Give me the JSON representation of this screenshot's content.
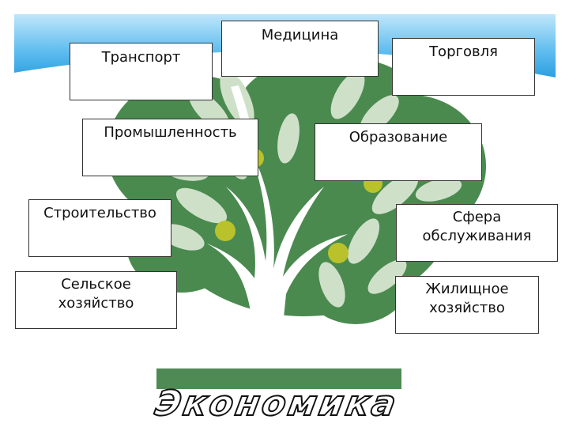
{
  "diagram": {
    "title": "Экономика",
    "nodes": [
      {
        "id": "medicine",
        "label": "Медицина"
      },
      {
        "id": "transport",
        "label": "Транспорт"
      },
      {
        "id": "trade",
        "label": "Торговля"
      },
      {
        "id": "industry",
        "label": "Промышленность"
      },
      {
        "id": "education",
        "label": "Образование"
      },
      {
        "id": "construction",
        "label": "Строительство"
      },
      {
        "id": "services",
        "label": "Сфера\nобслуживания"
      },
      {
        "id": "agriculture",
        "label": "Сельское\nхозяйство"
      },
      {
        "id": "housing",
        "label": "Жилищное\nхозяйство"
      }
    ]
  },
  "colors": {
    "tree_green": "#4a8a4f",
    "leaf_pale": "#cfe0c9",
    "fruit": "#b9c22a",
    "sky_light": "#bfe6fa",
    "sky_blue": "#2b9fe0",
    "ground": "#4f8a54"
  }
}
